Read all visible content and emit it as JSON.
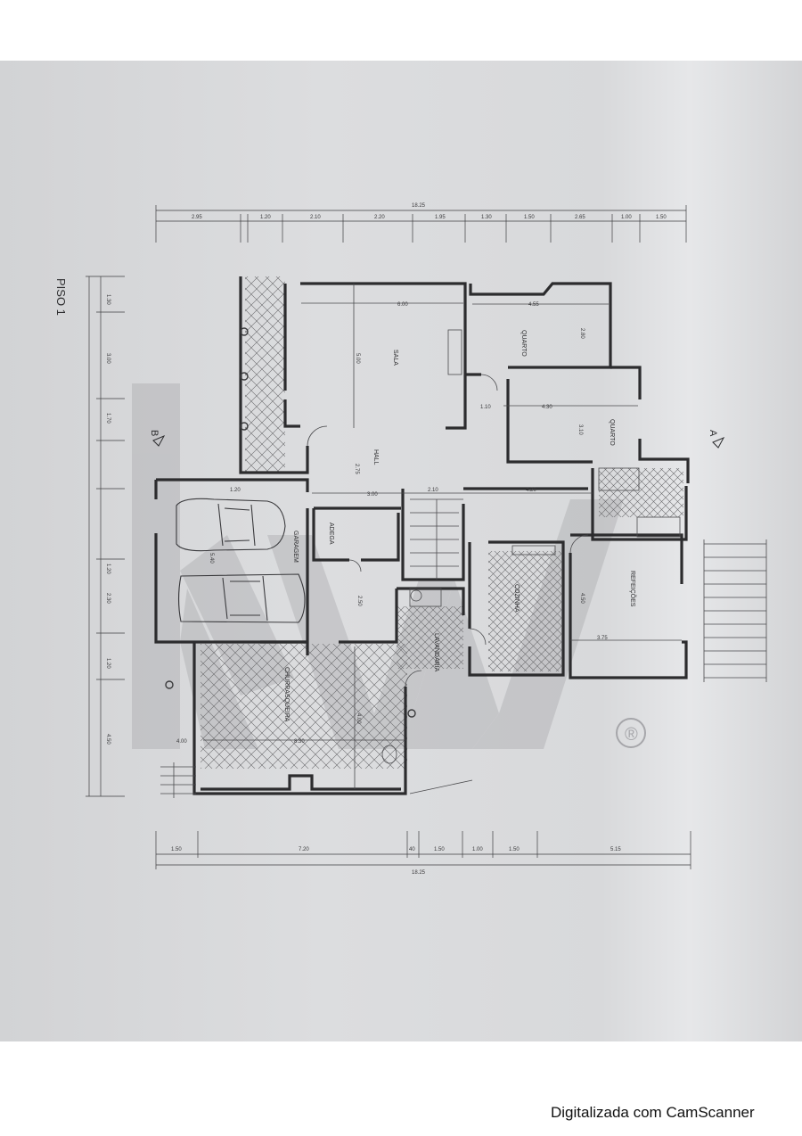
{
  "sheet_title": "PISO 1",
  "section_marks": {
    "a": "A",
    "b": "B"
  },
  "dimensions": {
    "top_total": "18.25",
    "top_segments": [
      "2.95",
      "1.20",
      "2.10",
      "2.20",
      "1.95",
      "1.30",
      "1.50",
      "2.65",
      "1.00",
      "1.50"
    ],
    "bottom_total": "18.25",
    "bottom_segments": [
      "1.50",
      "7.20",
      "40",
      "1.50",
      "1.00",
      "1.50",
      "5.15"
    ],
    "left_segments": [
      "1.30",
      "3.00",
      "1.70",
      "1.20",
      "2.30",
      "1.20",
      "4.50"
    ]
  },
  "rooms": {
    "sala": "SALA",
    "hall": "HALL",
    "quarto1": "QUARTO",
    "quarto2": "QUARTO",
    "garagem": "GARAGEM",
    "adega": "ADEGA",
    "cozinha": "COZINHA",
    "lavandaria": "LAVANDARIA",
    "refeicoes": "REFEIÇÕES",
    "churrasqueira": "CHURRASQUEIRA"
  },
  "room_dims": {
    "sala_w": "6.00",
    "sala_h": "5.00",
    "quarto1_w": "4.55",
    "quarto1_h": "2.80",
    "quarto2_w": "4.30",
    "quarto2_h": "3.10",
    "hall_h": "2.75",
    "hall_w": "3.00",
    "hall_w2": "4.20",
    "garagem": "5.40",
    "refeicoes_h": "4.50",
    "refeicoes_w": "3.75",
    "churr_w": "8.30",
    "churr_h": "4.00",
    "adega": "2.50",
    "w1": "1.10",
    "w2": "2.10",
    "w3": "1.20",
    "w4": "4.00"
  },
  "watermark": "KW",
  "registered": "®",
  "footer": "Digitalizada com CamScanner"
}
